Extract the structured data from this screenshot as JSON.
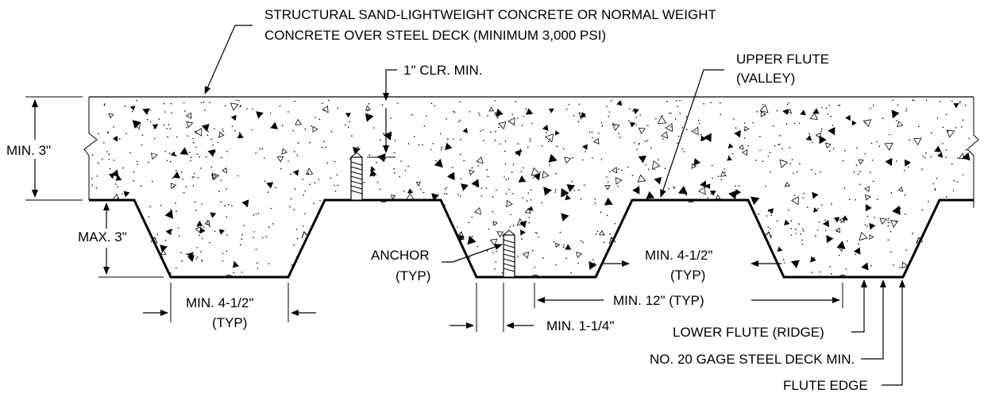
{
  "labels": {
    "concrete_line1": "STRUCTURAL SAND-LIGHTWEIGHT CONCRETE OR NORMAL WEIGHT",
    "concrete_line2": "CONCRETE OVER STEEL DECK (MINIMUM 3,000 PSI)",
    "clearance": "1\" CLR. MIN.",
    "upper_flute_line1": "UPPER FLUTE",
    "upper_flute_line2": "(VALLEY)",
    "min_3": "MIN. 3\"",
    "max_3": "MAX. 3\"",
    "anchor_line1": "ANCHOR",
    "anchor_line2": "(TYP)",
    "min_4_half_left_line1": "MIN. 4-1/2\"",
    "min_4_half_left_line2": "(TYP)",
    "min_4_half_right_line1": "MIN. 4-1/2\"",
    "min_4_half_right_line2": "(TYP)",
    "min_12": "MIN. 12\" (TYP)",
    "min_1_quarter": "MIN. 1-1/4\"",
    "lower_flute": "LOWER FLUTE (RIDGE)",
    "steel_deck": "NO. 20 GAGE STEEL DECK MIN.",
    "flute_edge": "FLUTE EDGE"
  }
}
